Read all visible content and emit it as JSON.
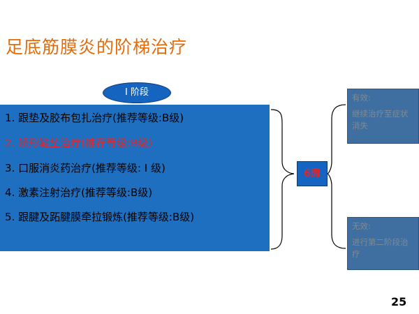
{
  "title": "足底筋膜炎的阶梯治疗",
  "stage": {
    "label": "Ⅰ 阶段"
  },
  "treatments": [
    {
      "text": "1. 跟垫及胶布包扎治疗(推荐等级:B级)",
      "highlight": false
    },
    {
      "text": "2. 矫形鞋垫治疗(推荐等级:B级)",
      "highlight": true
    },
    {
      "text": "3. 口服消炎药治疗(推荐等级: Ⅰ 级)",
      "highlight": false
    },
    {
      "text": "4. 激素注射治疗(推荐等级:B级)",
      "highlight": false
    },
    {
      "text": "5. 跟腱及跖腱膜牵拉锻炼(推荐等级:B级)",
      "highlight": false
    }
  ],
  "duration": {
    "label": "6周"
  },
  "outcomes": {
    "effective": {
      "title": "有效:",
      "body": "继续治疗至症状消失"
    },
    "ineffective": {
      "title": "无效:",
      "body": "进行第二阶段治疗"
    }
  },
  "page_number": "25",
  "colors": {
    "title": "#E46C0A",
    "box": "#1F6FC0",
    "highlight": "#E0262A"
  }
}
